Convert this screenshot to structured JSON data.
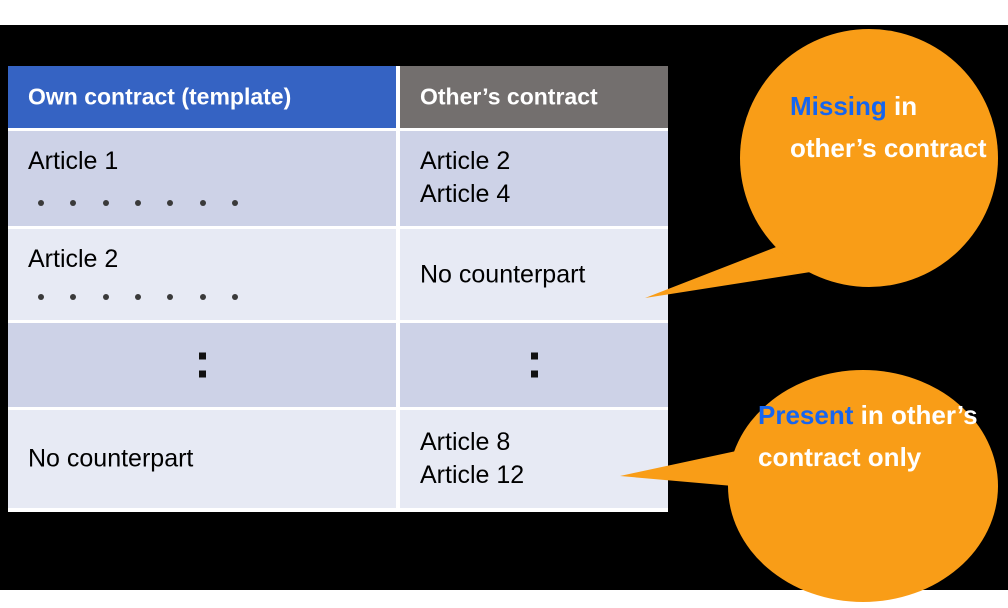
{
  "slide": {
    "background_color": "#000000",
    "accent_orange": "#F99D17",
    "header_blue": "#3563C3",
    "header_gray": "#736F6E",
    "highlight_blue": "#1565F0",
    "row_dark": "#CDD2E7",
    "row_light": "#E7EAF4"
  },
  "table": {
    "columns": [
      {
        "label": "Own contract (template)",
        "header_color": "#3563C3"
      },
      {
        "label": "Other’s contract",
        "header_color": "#736F6E"
      }
    ],
    "rows": [
      {
        "left": "Article 1",
        "left_has_dots": true,
        "left_dot_count": 7,
        "right": "Article 2\nArticle 4",
        "right_has_dots": false,
        "shade": "dark"
      },
      {
        "left": "Article 2",
        "left_has_dots": true,
        "left_dot_count": 7,
        "right": "No counterpart",
        "right_has_dots": false,
        "shade": "light"
      },
      {
        "left": "⋮",
        "left_is_ellipsis": true,
        "right": "⋮",
        "right_is_ellipsis": true,
        "shade": "dark"
      },
      {
        "left": "No counterpart",
        "left_has_dots": false,
        "right": "Article 8\nArticle 12",
        "right_has_dots": false,
        "shade": "light"
      }
    ]
  },
  "callouts": [
    {
      "id": "missing",
      "highlight": "Missing",
      "rest": " in other’s contract",
      "full_text": "Missing in other’s contract",
      "color": "#F99D17",
      "highlight_color": "#1565F0",
      "text_color": "#ffffff",
      "points_to": "No counterpart"
    },
    {
      "id": "present-only",
      "highlight": "Present",
      "rest": " in other’s contract only",
      "full_text": "Present in other’s contract only",
      "color": "#F99D17",
      "highlight_color": "#1565F0",
      "text_color": "#ffffff",
      "points_to": "Article 8 / Article 12"
    }
  ]
}
